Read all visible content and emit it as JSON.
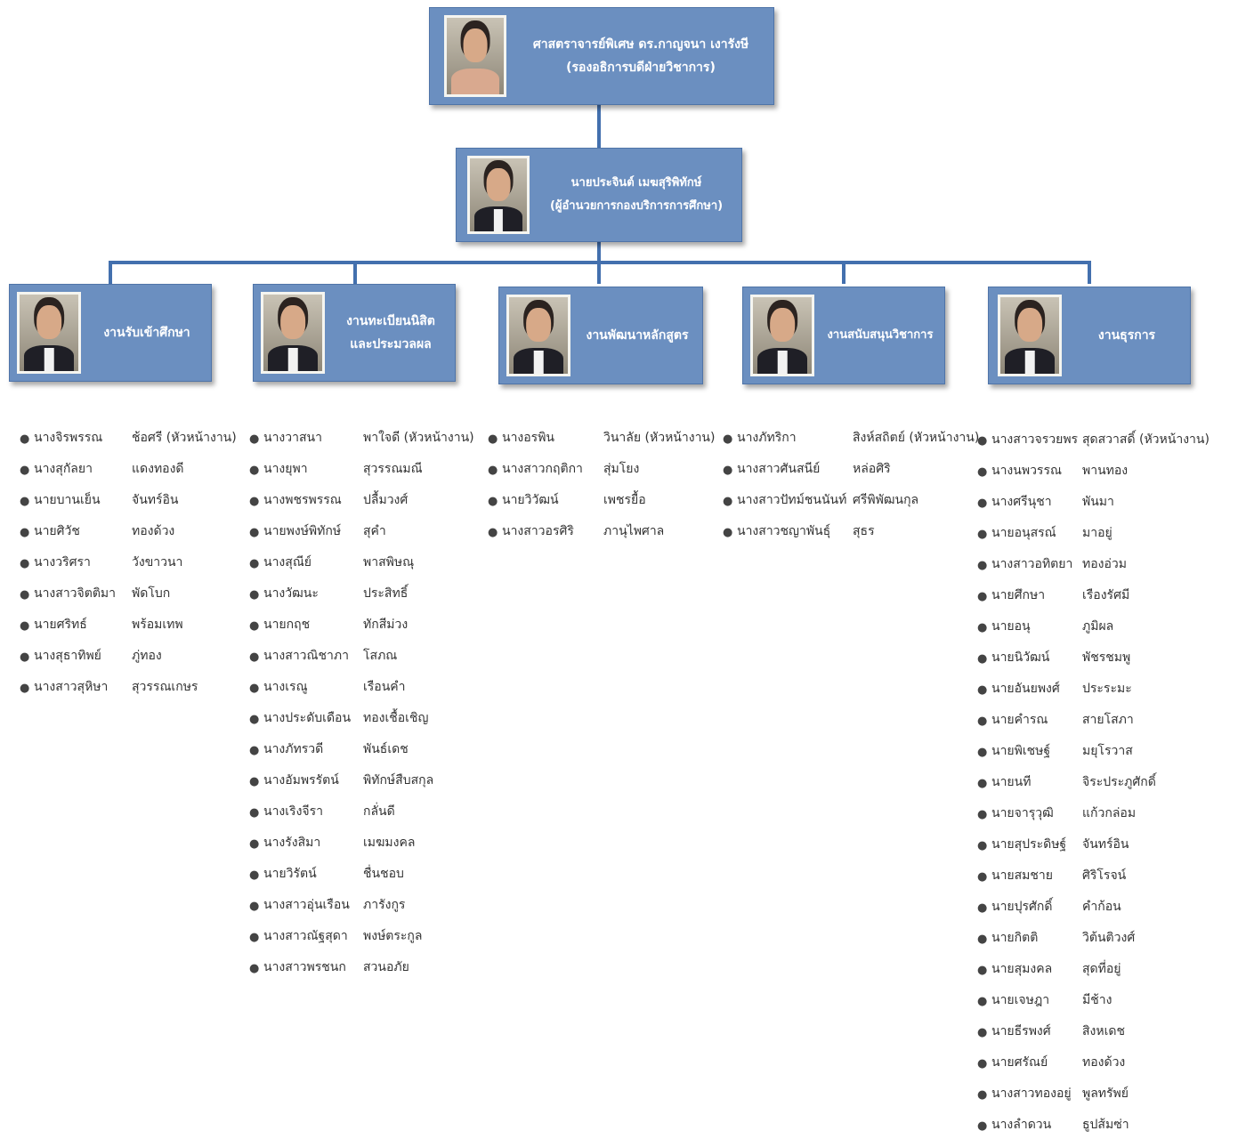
{
  "top": {
    "name": "ศาสตราจารย์พิเศษ ดร.กาญจนา เงารังษี",
    "role": "(รองอธิการบดีฝ่ายวิชาการ)"
  },
  "director": {
    "name": "นายประจินต์ เมฆสุริพิทักษ์",
    "role": "(ผู้อำนวยการกองบริการการศึกษา)"
  },
  "departments": [
    {
      "title_lines": [
        "งานรับเข้าศึกษา"
      ],
      "members": [
        {
          "first": "นางจิรพรรณ",
          "last": "ช้อศรี (หัวหน้างาน)"
        },
        {
          "first": "นางสุกัลยา",
          "last": "แดงทองดี"
        },
        {
          "first": "นายบานเย็น",
          "last": "จันทร์อิน"
        },
        {
          "first": "นายศิวัช",
          "last": "ทองด้วง"
        },
        {
          "first": "นางวริศรา",
          "last": "วังขาวนา"
        },
        {
          "first": "นางสาวจิตติมา",
          "last": "พัดโบก"
        },
        {
          "first": "นายศริทธ์",
          "last": "พร้อมเทพ"
        },
        {
          "first": "นางสุธาทิพย์",
          "last": "ภู่ทอง"
        },
        {
          "first": "นางสาวสุหิษา",
          "last": "สุวรรณเกษร"
        }
      ]
    },
    {
      "title_lines": [
        "งานทะเบียนนิสิต",
        "และประมวลผล"
      ],
      "members": [
        {
          "first": "นางวาสนา",
          "last": "พาใจดี (หัวหน้างาน)"
        },
        {
          "first": "นางยุพา",
          "last": "สุวรรณมณี"
        },
        {
          "first": "นางพชรพรรณ",
          "last": "ปลื้มวงศ์"
        },
        {
          "first": "นายพงษ์พิทักษ์",
          "last": "สุคำ"
        },
        {
          "first": "นางสุณีย์",
          "last": "พาสพิษณุ"
        },
        {
          "first": "นางวัฒนะ",
          "last": "ประสิทธิ์"
        },
        {
          "first": "นายกฤช",
          "last": "ทักสีม่วง"
        },
        {
          "first": "นางสาวณิชาภา",
          "last": "โสภณ"
        },
        {
          "first": "นางเรณู",
          "last": "เรือนคำ"
        },
        {
          "first": "นางประดับเดือน",
          "last": "ทองเชื้อเชิญ"
        },
        {
          "first": "นางภัทรวดี",
          "last": "พันธ์เดช"
        },
        {
          "first": "นางอัมพรรัตน์",
          "last": "พิทักษ์สืบสกุล"
        },
        {
          "first": "นางเริงจีรา",
          "last": "กลั่นดี"
        },
        {
          "first": "นางรังสิมา",
          "last": "เมฆมงคล"
        },
        {
          "first": "นายวิรัตน์",
          "last": "ชื่นชอบ"
        },
        {
          "first": "นางสาวอุ่นเรือน",
          "last": "ภารังกูร"
        },
        {
          "first": "นางสาวณัฐสุดา",
          "last": "พงษ์ตระกูล"
        },
        {
          "first": "นางสาวพรชนก",
          "last": "สวนอภัย"
        }
      ]
    },
    {
      "title_lines": [
        "งานพัฒนาหลักสูตร"
      ],
      "members": [
        {
          "first": "นางอรพิน",
          "last": "วินาลัย (หัวหน้างาน)"
        },
        {
          "first": "นางสาวกฤติกา",
          "last": "สุ่มโยง"
        },
        {
          "first": "นายวิวัฒน์",
          "last": "เพชรยื้อ"
        },
        {
          "first": "นางสาวอรศิริ",
          "last": "ภานุไพศาล"
        }
      ]
    },
    {
      "title_lines": [
        "งานสนับสนุนวิชาการ"
      ],
      "members": [
        {
          "first": "นางภัทริกา",
          "last": "สิงห์สถิตย์ (หัวหน้างาน)"
        },
        {
          "first": "นางสาวศันสนีย์",
          "last": "หล่อศิริ"
        },
        {
          "first": "นางสาวปัทม์ชนนันท์",
          "last": "ศรีพิพัฒนกุล"
        },
        {
          "first": "นางสาวชญาพันธุ์",
          "last": "สุธร"
        }
      ]
    },
    {
      "title_lines": [
        "งานธุรการ"
      ],
      "members": [
        {
          "first": "นางสาวจรวยพร",
          "last": "สุดสวาสดิ์ (หัวหน้างาน)"
        },
        {
          "first": "นางนพวรรณ",
          "last": "พานทอง"
        },
        {
          "first": "นางศรีนุชา",
          "last": "พันมา"
        },
        {
          "first": "นายอนุสรณ์",
          "last": "มาอยู่"
        },
        {
          "first": "นางสาวอทิตยา",
          "last": "ทองอ่วม"
        },
        {
          "first": "นายศึกษา",
          "last": "เรืองรัศมี"
        },
        {
          "first": "นายอนุ",
          "last": "ภูมิผล"
        },
        {
          "first": "นายนิวัฒน์",
          "last": "พัชรชมพู"
        },
        {
          "first": "นายอันยพงศ์",
          "last": "ประระมะ"
        },
        {
          "first": "นายคำรณ",
          "last": "สายโสภา"
        },
        {
          "first": "นายพิเชษฐ์",
          "last": "มยุโรวาส"
        },
        {
          "first": "นายนที",
          "last": "จิระประภูศักดิ์"
        },
        {
          "first": "นายจารุวุฒิ",
          "last": "แก้วกล่อม"
        },
        {
          "first": "นายสุประดิษฐ์",
          "last": "จันทร์อิน"
        },
        {
          "first": "นายสมชาย",
          "last": "ศิริโรจน์"
        },
        {
          "first": "นายปุรศักดิ์",
          "last": "คำก้อน"
        },
        {
          "first": "นายกิตติ",
          "last": "วิต้นติวงศ์"
        },
        {
          "first": "นายสุมงคล",
          "last": "สุดที่อยู่"
        },
        {
          "first": "นายเจษฎา",
          "last": "มีช้าง"
        },
        {
          "first": "นายธีรพงศ์",
          "last": "สิงหเดช"
        },
        {
          "first": "นายศรัณย์",
          "last": "ทองด้วง"
        },
        {
          "first": "นางสาวทองอยู่",
          "last": "พูลทรัพย์"
        },
        {
          "first": "นางลำดวน",
          "last": "ธูปส้มซ่า"
        }
      ]
    }
  ],
  "colors": {
    "box": "#6b8fc0",
    "connector": "#4370ae"
  }
}
